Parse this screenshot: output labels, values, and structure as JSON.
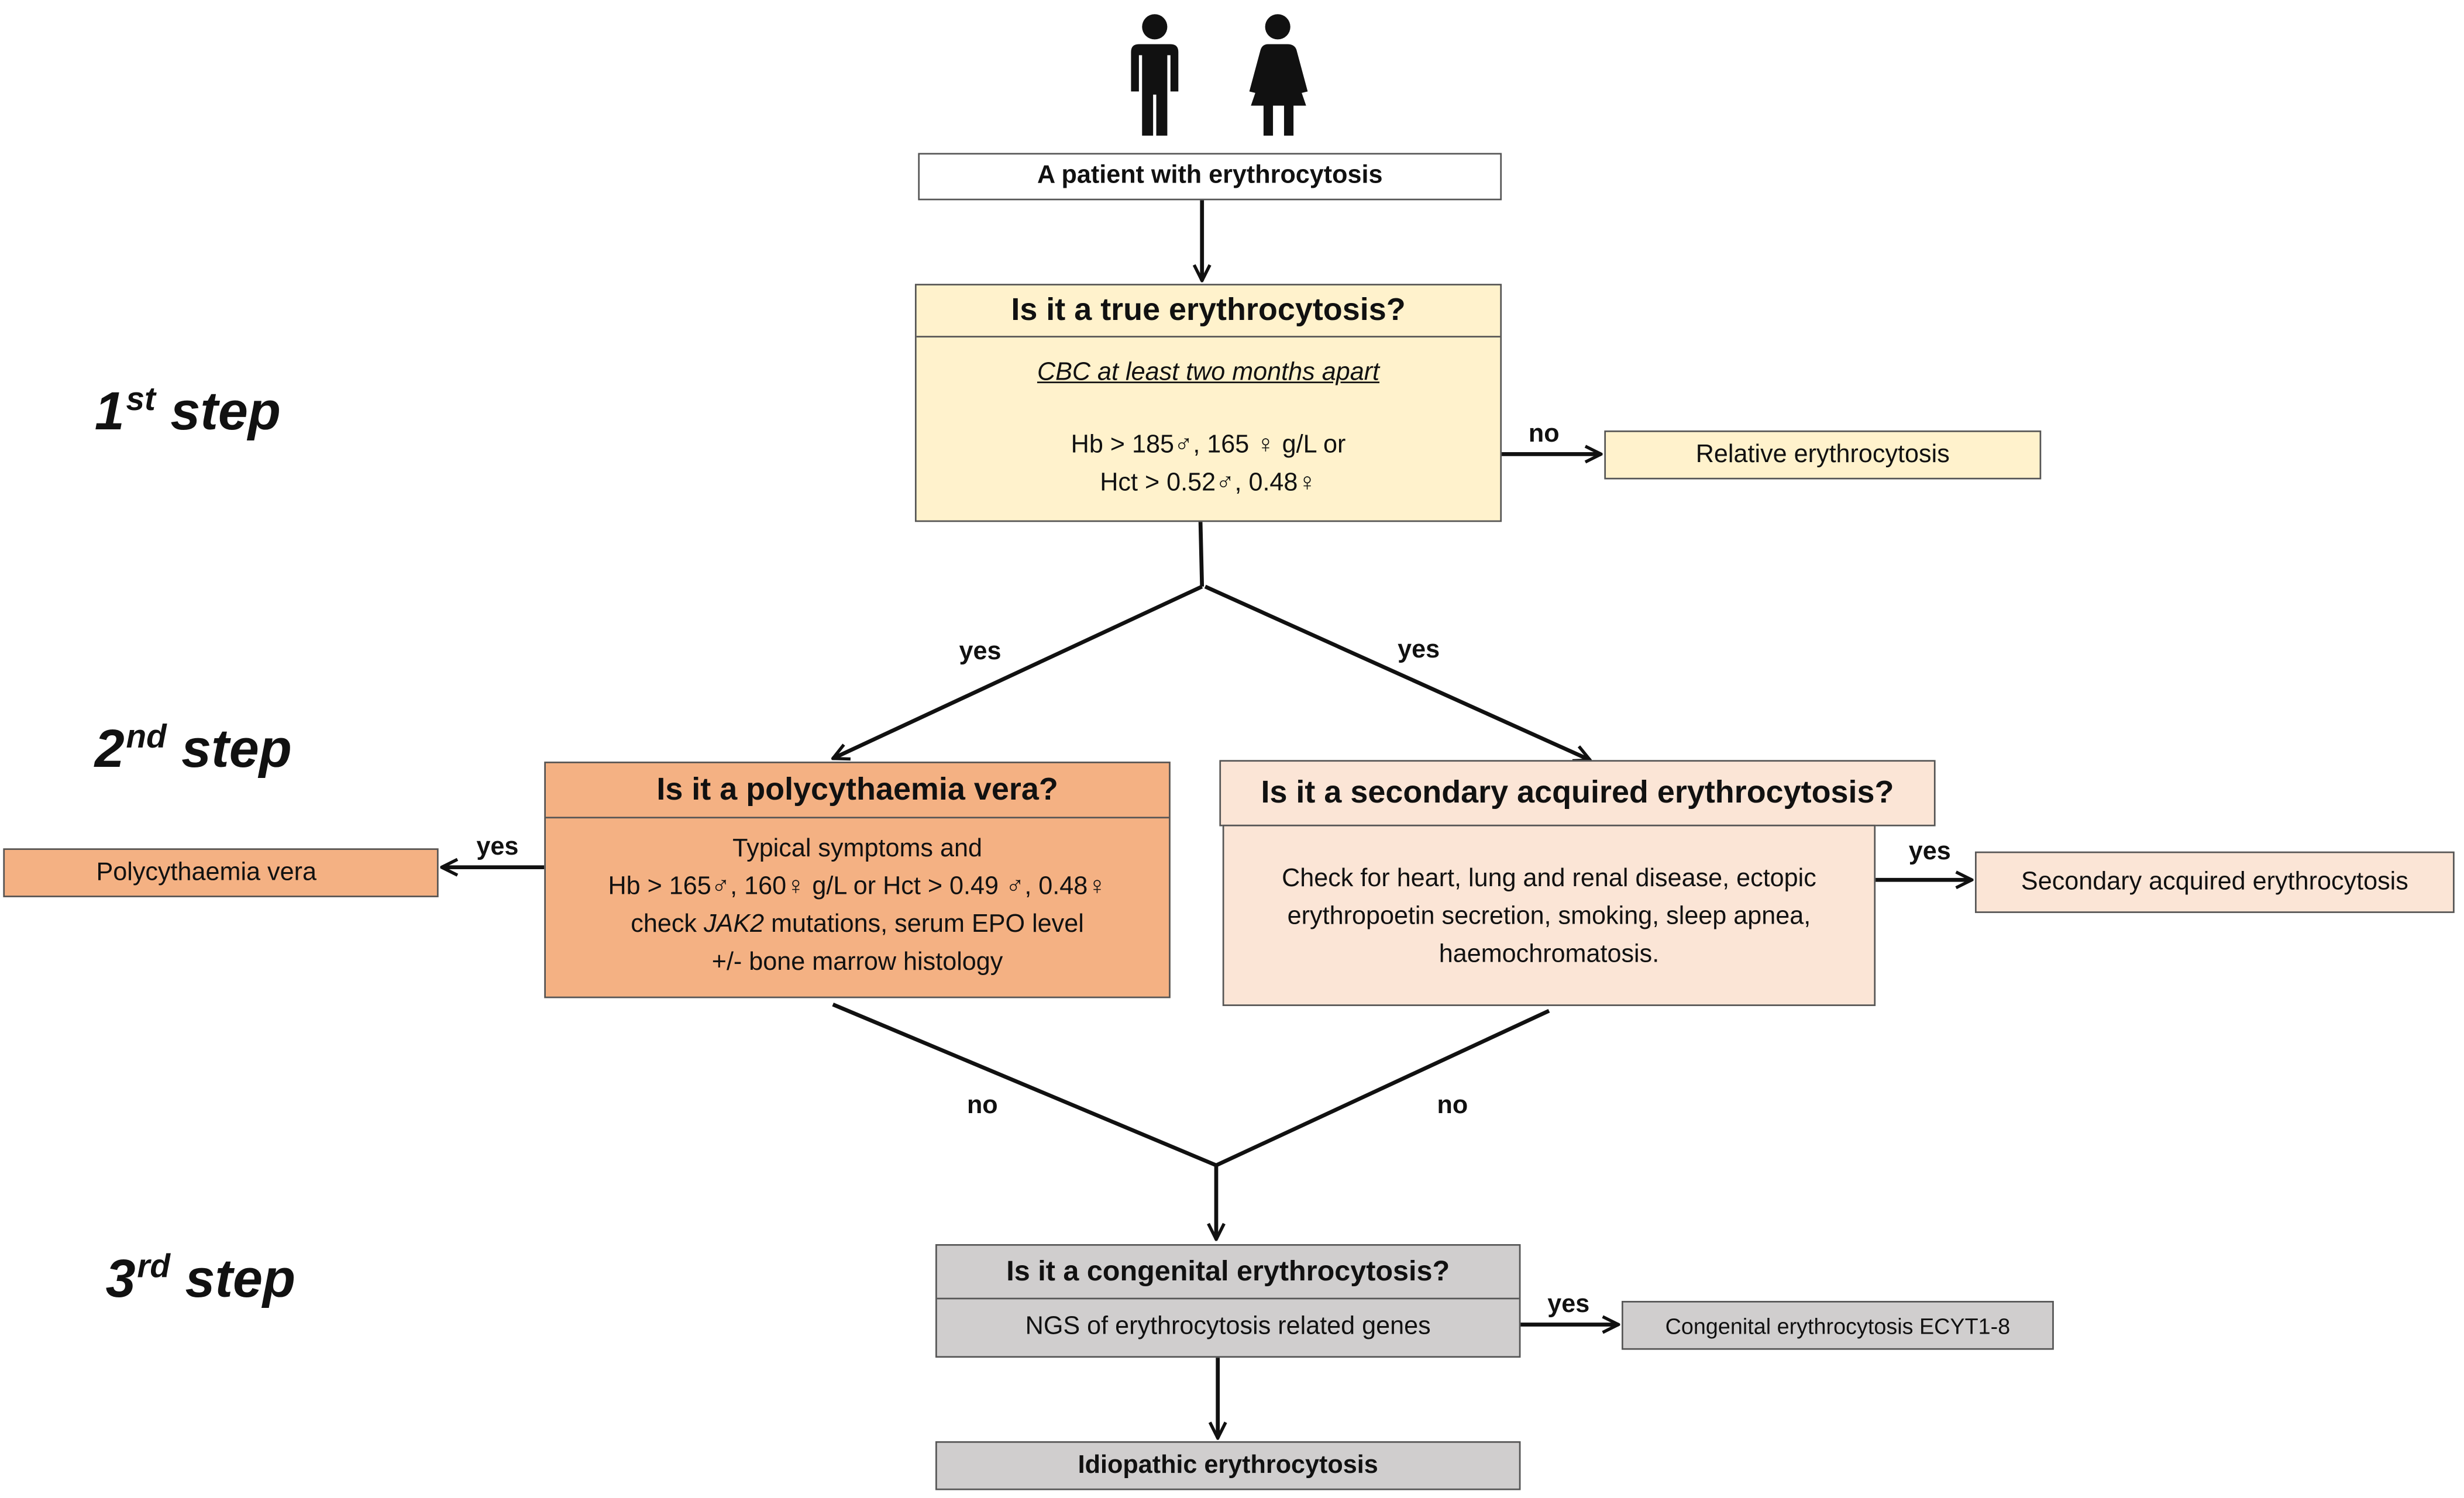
{
  "start": {
    "label": "A patient with erythrocytosis"
  },
  "steps": {
    "s1": {
      "num": "1",
      "sup": "st",
      "word": "step"
    },
    "s2": {
      "num": "2",
      "sup": "nd",
      "word": "step"
    },
    "s3": {
      "num": "3",
      "sup": "rd",
      "word": "step"
    }
  },
  "q1": {
    "title": "Is it a true erythrocytosis?",
    "test": "CBC at least two months apart",
    "line1": "Hb > 185♂, 165 ♀ g/L or",
    "line2": "Hct > 0.52♂, 0.48♀"
  },
  "relative": "Relative erythrocytosis",
  "q_pv": {
    "title": "Is it a polycythaemia vera?",
    "line1": "Typical symptoms and",
    "line2": "Hb > 165♂, 160♀ g/L or Hct > 0.49 ♂, 0.48♀",
    "line3_pre": "check ",
    "line3_gene": "JAK2",
    "line3_post": " mutations, serum EPO level",
    "line4": "+/- bone marrow histology"
  },
  "pv_result": "Polycythaemia vera",
  "q_sec": {
    "title": "Is it a secondary acquired erythrocytosis?",
    "line1": "Check for heart, lung and renal disease, ectopic",
    "line2": "erythropoetin secretion, smoking, sleep apnea,",
    "line3": "haemochromatosis."
  },
  "sec_result": "Secondary acquired erythrocytosis",
  "q_cong": {
    "title": "Is it a congenital erythrocytosis?",
    "body": "NGS of erythrocytosis related genes"
  },
  "cong_result": "Congenital erythrocytosis ECYT1-8",
  "idiopathic": "Idiopathic erythrocytosis",
  "labels": {
    "no_relative": "no",
    "yes_left": "yes",
    "yes_right": "yes",
    "yes_pv": "yes",
    "yes_sec": "yes",
    "no_left": "no",
    "no_right": "no",
    "yes_cong": "yes"
  },
  "colors": {
    "cream": "#fff2cc",
    "orange": "#f4b183",
    "peach": "#fbe5d6",
    "grey": "#d0cece",
    "line": "#111111"
  },
  "icons": [
    "male-person-icon",
    "female-person-icon"
  ]
}
